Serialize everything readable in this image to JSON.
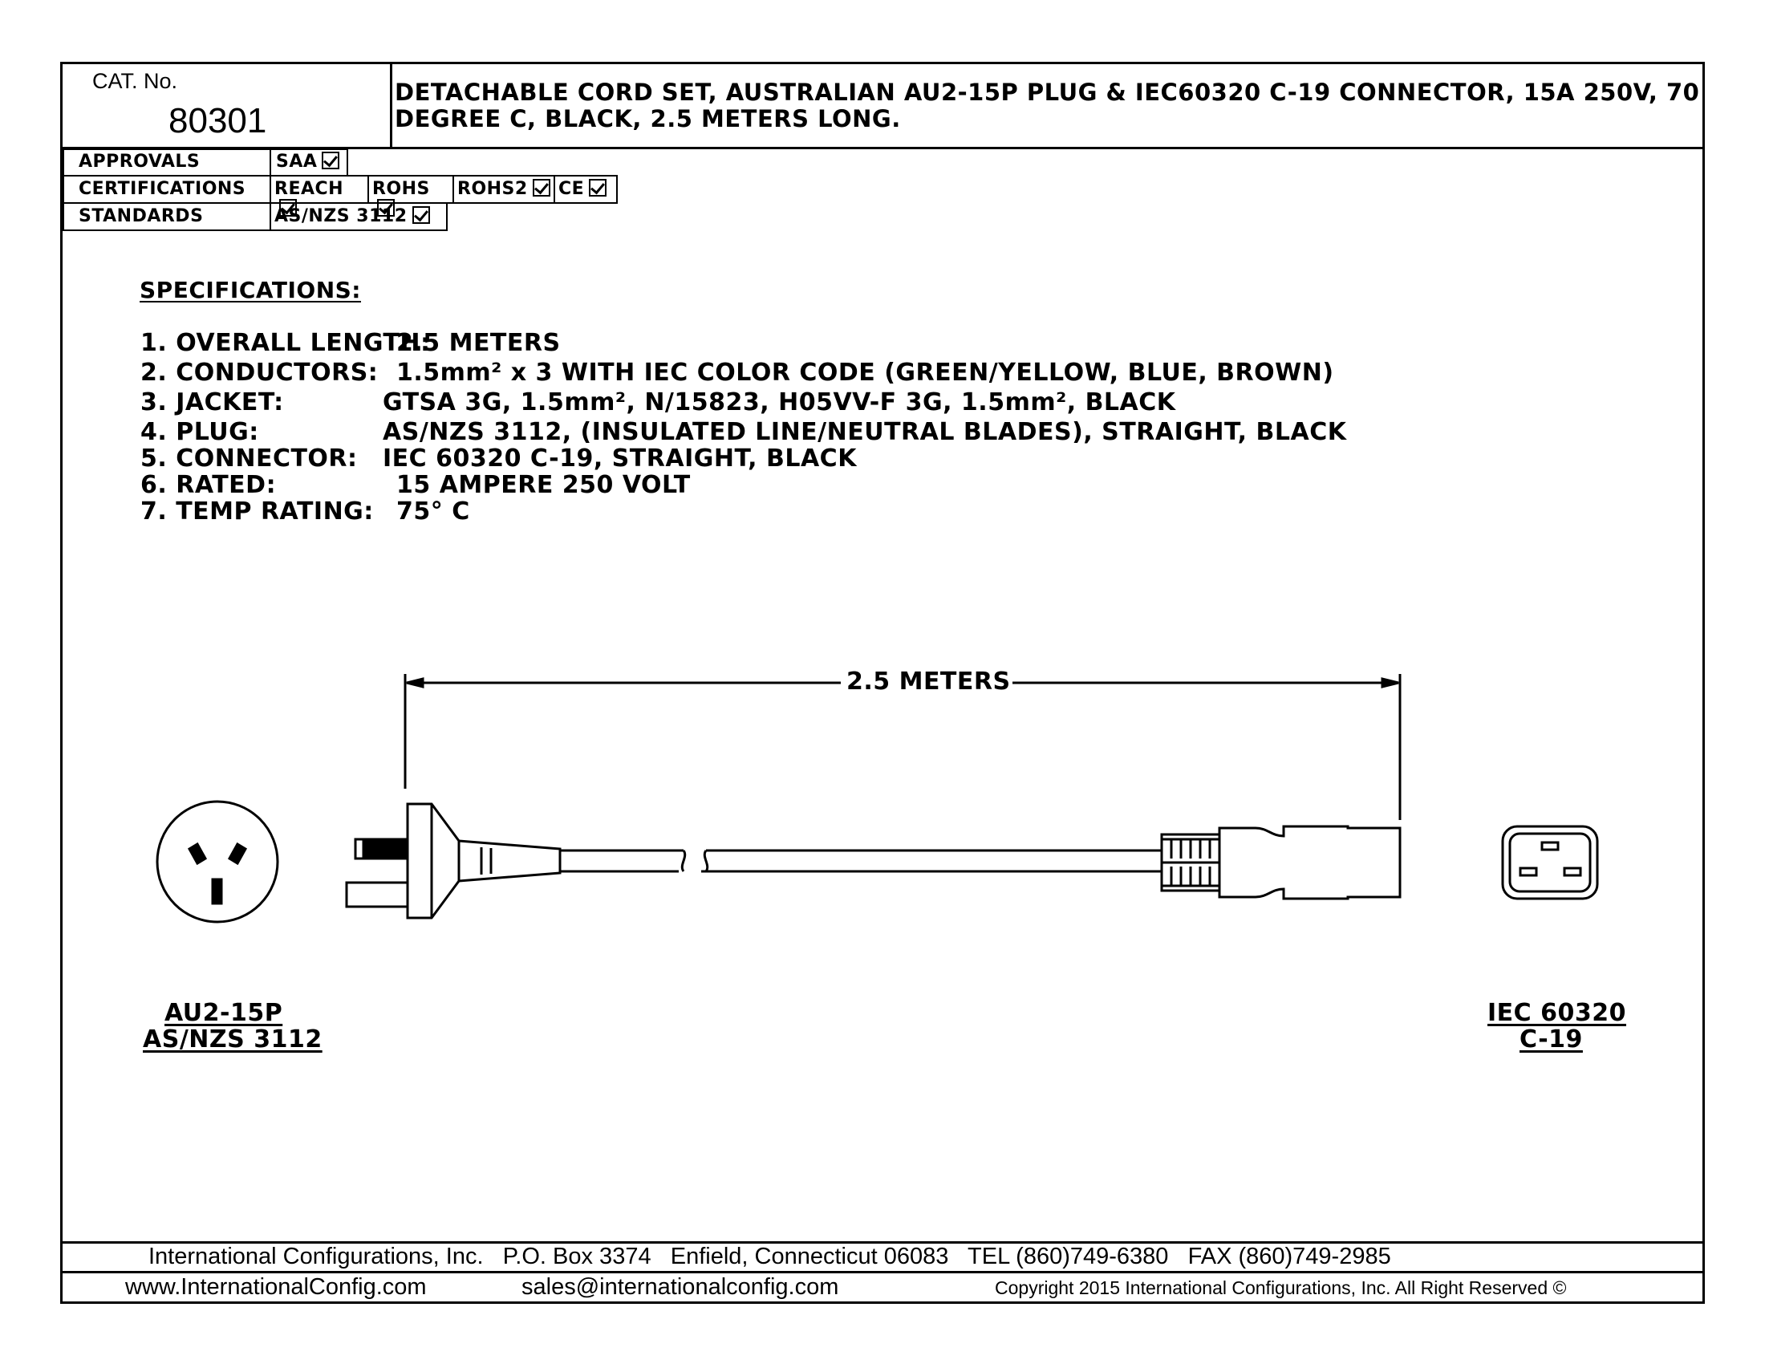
{
  "title_block": {
    "cat_label": "CAT. No.",
    "cat_number": "80301",
    "description_line1": "DETACHABLE CORD SET, AUSTRALIAN AU2-15P PLUG & IEC60320 C-19 CONNECTOR, 15A 250V, 70",
    "description_line2": "DEGREE C, BLACK, 2.5 METERS LONG."
  },
  "compliance": {
    "approvals_label": "APPROVALS",
    "approvals": [
      "SAA"
    ],
    "certifications_label": "CERTIFICATIONS",
    "certifications": [
      "REACH",
      "ROHS",
      "ROHS2",
      "CE"
    ],
    "standards_label": "STANDARDS",
    "standards": [
      "AS/NZS 3112"
    ]
  },
  "specifications": {
    "heading": "SPECIFICATIONS:",
    "items": [
      {
        "label": "1. OVERALL LENGTH:",
        "value": "2.5 METERS"
      },
      {
        "label": "2. CONDUCTORS:",
        "value": "1.5mm² x 3 WITH IEC COLOR CODE (GREEN/YELLOW, BLUE, BROWN)"
      },
      {
        "label": "3. JACKET:",
        "value": "GTSA 3G, 1.5mm², N/15823, H05VV-F 3G, 1.5mm², BLACK"
      },
      {
        "label": "4. PLUG:",
        "value": "AS/NZS 3112, (INSULATED LINE/NEUTRAL BLADES), STRAIGHT, BLACK"
      },
      {
        "label": "5. CONNECTOR:",
        "value": "IEC 60320 C-19, STRAIGHT, BLACK"
      },
      {
        "label": "6. RATED:",
        "value": "15 AMPERE 250 VOLT"
      },
      {
        "label": "7. TEMP RATING:",
        "value": "75° C"
      }
    ]
  },
  "drawing": {
    "dimension_label": "2.5 METERS",
    "plug_label_line1": "AU2-15P",
    "plug_label_line2": "AS/NZS 3112",
    "connector_label_line1": "IEC 60320",
    "connector_label_line2": "C-19"
  },
  "footer": {
    "line1": "International Configurations, Inc.   P.O. Box 3374   Enfield, Connecticut 06083   TEL (860)749-6380   FAX (860)749-2985",
    "website": "www.InternationalConfig.com",
    "email": "sales@internationalconfig.com",
    "copyright": "Copyright 2015 International Configurations, Inc. All Right Reserved ©"
  }
}
